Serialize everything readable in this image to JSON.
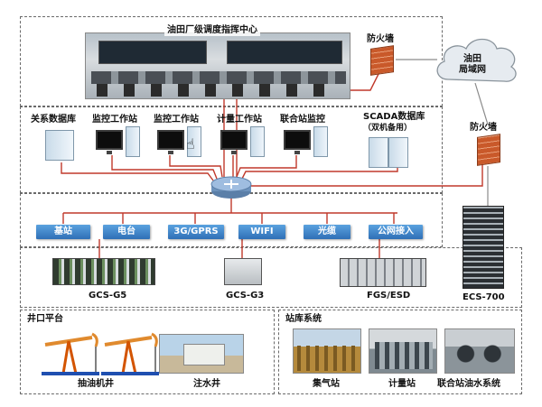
{
  "dispatch_center": "油田厂级调度指挥中心",
  "firewall_top": "防火墙",
  "firewall_right": "防火墙",
  "cloud_label": "油田\n局域网",
  "workstations": {
    "db": "关系数据库",
    "mon1": "监控工作站",
    "mon2": "监控工作站",
    "meter": "计量工作站",
    "joint": "联合站监控",
    "scada": "SCADA数据库",
    "scada_sub": "（双机备用）"
  },
  "network_tags": [
    "基站",
    "电台",
    "3G/GPRS",
    "WIFI",
    "光缆",
    "公网接入"
  ],
  "devices": {
    "gcs_g5": "GCS-G5",
    "gcs_g3": "GCS-G3",
    "fgs_esd": "FGS/ESD",
    "ecs_700": "ECS-700"
  },
  "wellhead": {
    "title": "井口平台",
    "pump": "抽油机井",
    "inject": "注水井"
  },
  "station": {
    "title": "站库系统",
    "gas": "集气站",
    "meter": "计量站",
    "joint": "联合站油水系统"
  },
  "colors": {
    "tag_blue": "#3a82c8",
    "firewall": "#c9592a",
    "cloud": "#e8edf2"
  }
}
